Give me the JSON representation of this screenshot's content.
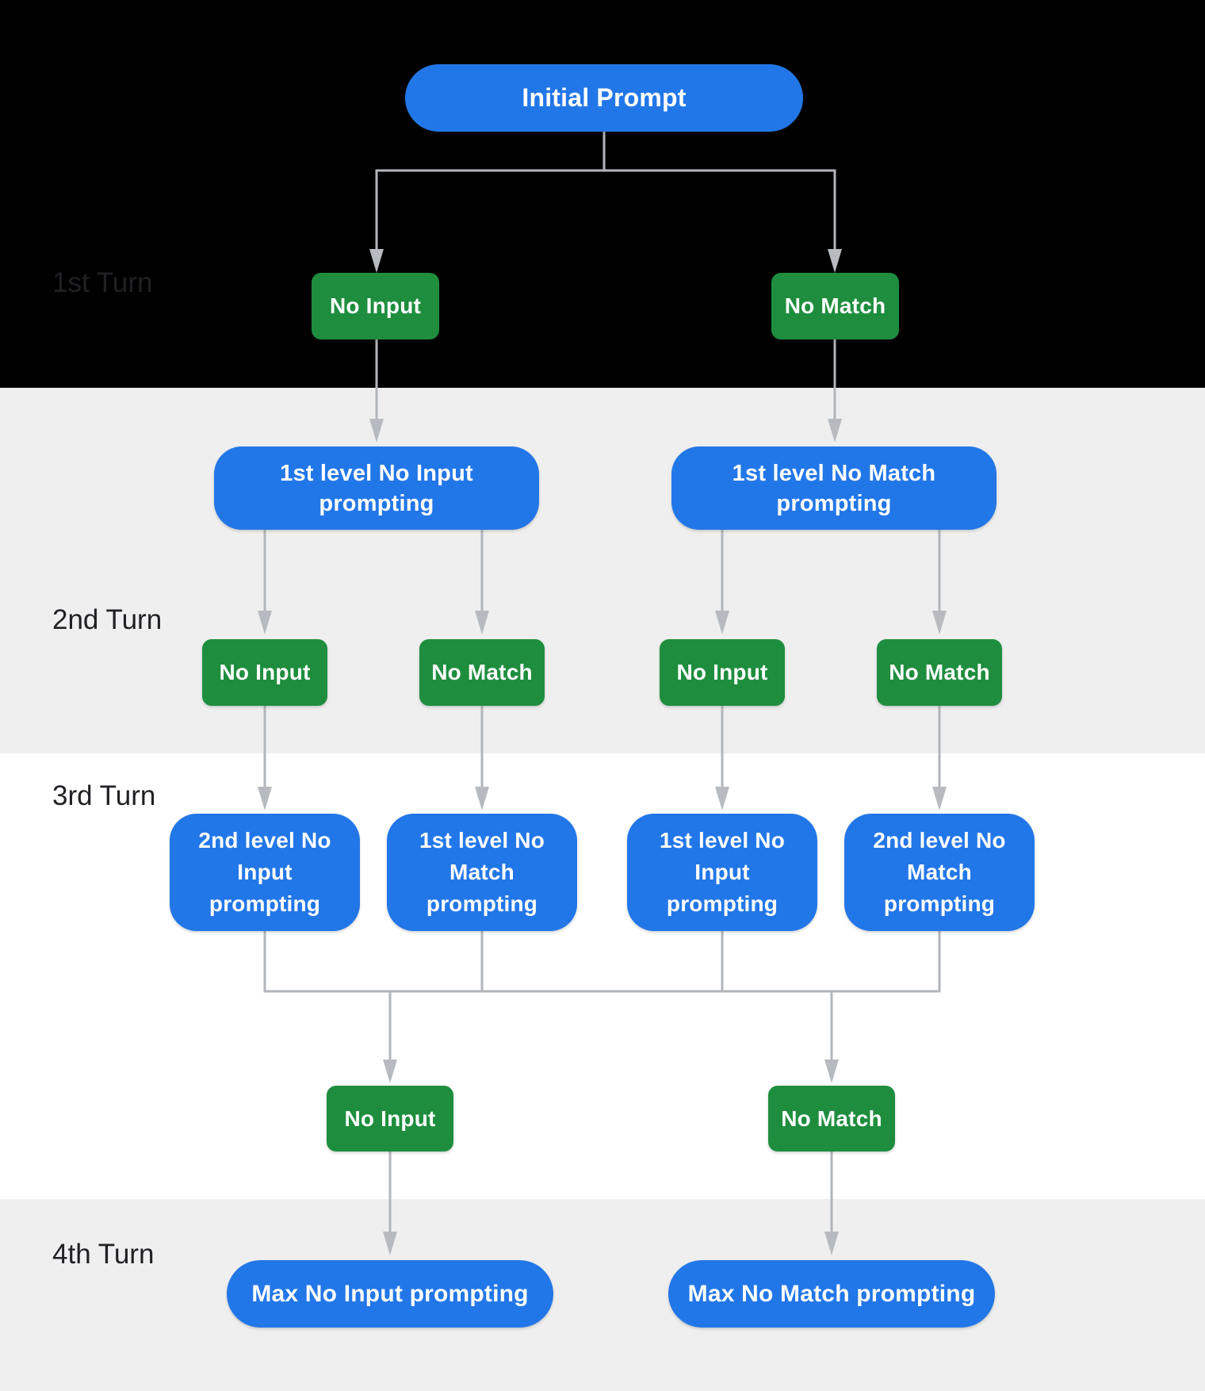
{
  "colors": {
    "band_black": "#000000",
    "band_gray": "#efefef",
    "band_white": "#ffffff",
    "node_blue": "#2277e8",
    "node_green": "#1e8e3e",
    "node_text": "#ffffff",
    "line_gray": "#b2b6ba",
    "arrow_gray": "#b7bbbf",
    "label_gray": "#202124"
  },
  "diagram": {
    "root_label": "Initial Prompt",
    "turn_labels": {
      "t1": "1st Turn",
      "t2": "2nd Turn",
      "t3": "3rd Turn",
      "t4": "4th Turn"
    },
    "turn1_events": [
      "No Input",
      "No Match"
    ],
    "level1_prompts": [
      "1st level No Input prompting",
      "1st level No Match prompting"
    ],
    "turn2_events": [
      "No Input",
      "No Match",
      "No Input",
      "No Match"
    ],
    "turn3_prompts": [
      "2nd level No Input prompting",
      "1st level No Match prompting",
      "1st level No Input prompting",
      "2nd level No Match prompting"
    ],
    "turn3_events": [
      "No Input",
      "No Match"
    ],
    "turn4_prompts": [
      "Max No Input prompting",
      "Max No Match prompting"
    ]
  }
}
